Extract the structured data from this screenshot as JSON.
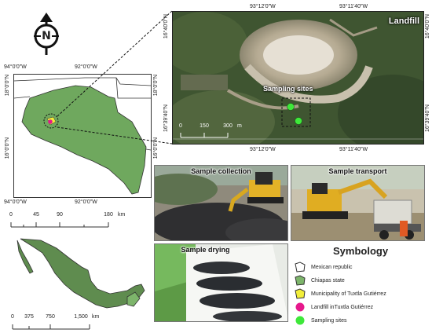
{
  "north_arrow": {
    "letter": "N"
  },
  "state_map": {
    "ticks_top": [
      "94°0'0\"W",
      "92°0'0\"W"
    ],
    "ticks_bottom": [
      "94°0'0\"W",
      "92°0'0\"W"
    ],
    "ticks_left": [
      "18°0'0\"N",
      "16°0'0\"N"
    ],
    "ticks_right": [
      "18°0'0\"N",
      "16°0'0\"N"
    ],
    "scale": {
      "labels": [
        "0",
        "45",
        "90",
        "180"
      ],
      "unit": "km"
    }
  },
  "landfill_map": {
    "title": "Landfill",
    "sampling_label": "Sampling sites",
    "ticks_top": [
      "93°12'0\"W",
      "93°11'40\"W"
    ],
    "ticks_bottom": [
      "93°12'0\"W",
      "93°11'40\"W"
    ],
    "ticks_left": [
      "16°40'0\"N",
      "16°39'40\"N"
    ],
    "ticks_right": [
      "16°40'0\"N",
      "16°39'40\"N"
    ],
    "scale": {
      "labels": [
        "0",
        "150",
        "300"
      ],
      "unit": "m"
    }
  },
  "photos": {
    "collection": "Sample collection",
    "transport": "Sample transport",
    "drying": "Sample drying"
  },
  "mexico_map": {
    "scale": {
      "labels": [
        "0",
        "375",
        "750",
        "1,500"
      ],
      "unit": "km"
    }
  },
  "legend": {
    "title": "Symbology",
    "items": [
      {
        "label": "Mexican republic",
        "icon": "white-polygon",
        "color": "#ffffff"
      },
      {
        "label": "Chiapas state",
        "icon": "green-polygon",
        "color": "#7db56b"
      },
      {
        "label": "Municipality of Tuxtla Gutiérrez",
        "icon": "yellow-polygon",
        "color": "#f2ee3a"
      },
      {
        "label": "Landfill inTuxtla Gutiérrez",
        "icon": "magenta-circle",
        "color": "#e6198c"
      },
      {
        "label": "Sampling sites",
        "icon": "green-circle",
        "color": "#3ee83a"
      }
    ]
  },
  "colors": {
    "land_green": "#6fa85e",
    "sampling_green": "#3ee83a",
    "landfill_magenta": "#e6198c",
    "municipality_yellow": "#f2ee3a"
  }
}
